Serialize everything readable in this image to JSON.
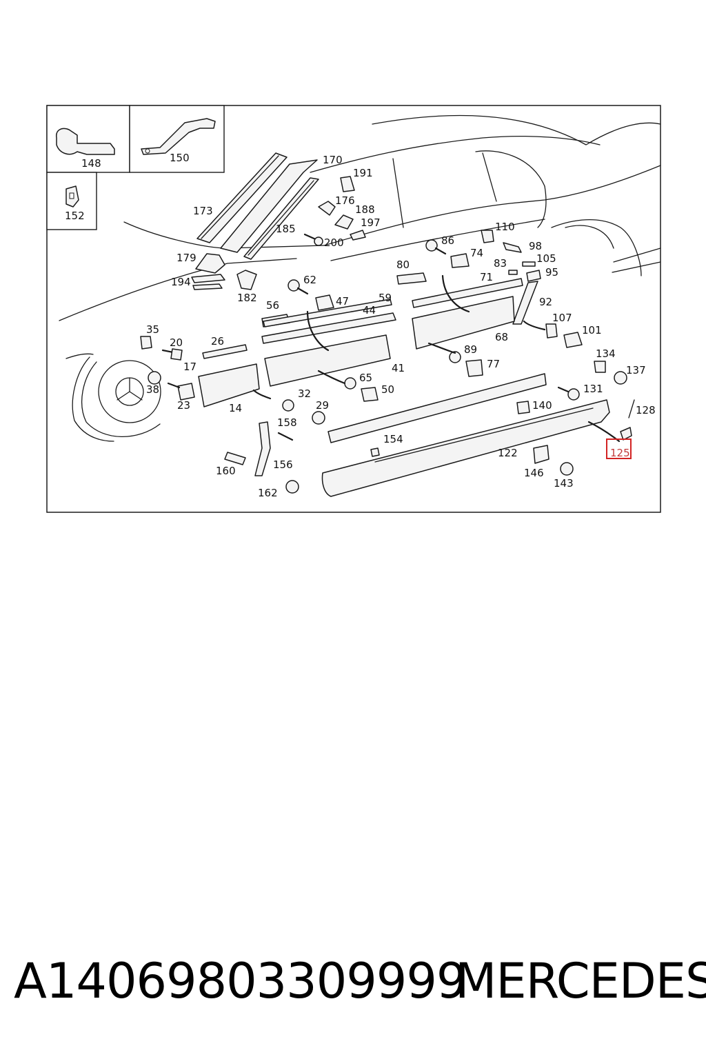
{
  "diagram": {
    "callout_labels": [
      "148",
      "150",
      "152",
      "170",
      "173",
      "191",
      "176",
      "188",
      "197",
      "185",
      "200",
      "179",
      "194",
      "182",
      "62",
      "47",
      "56",
      "59",
      "44",
      "80",
      "86",
      "74",
      "110",
      "98",
      "105",
      "95",
      "83",
      "71",
      "92",
      "107",
      "101",
      "68",
      "41",
      "35",
      "20",
      "26",
      "17",
      "38",
      "23",
      "14",
      "65",
      "50",
      "89",
      "77",
      "134",
      "137",
      "131",
      "128",
      "140",
      "32",
      "29",
      "158",
      "154",
      "160",
      "156",
      "162",
      "122",
      "146",
      "143",
      "125"
    ],
    "highlighted_label": "125"
  },
  "footer": {
    "part_number": "A14069803309999",
    "brand": "MERCEDES"
  }
}
